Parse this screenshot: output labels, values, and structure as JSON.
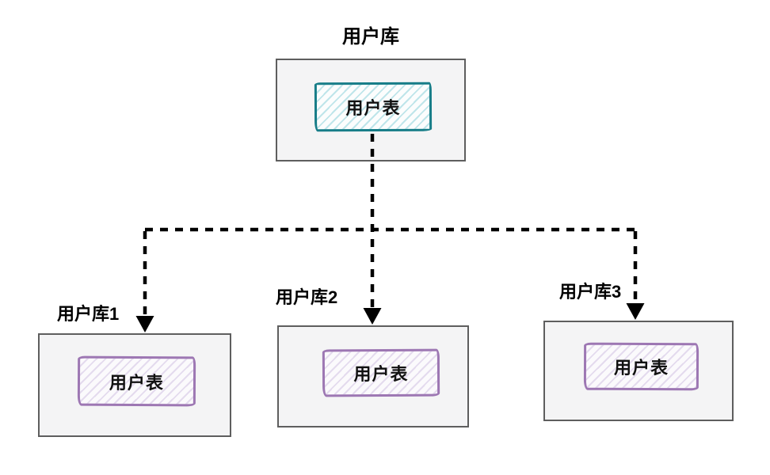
{
  "diagram": {
    "title": "用户库",
    "source": {
      "label": "用户库",
      "table": "用户表"
    },
    "shards": [
      {
        "label": "用户库1",
        "table": "用户表"
      },
      {
        "label": "用户库2",
        "table": "用户表"
      },
      {
        "label": "用户库3",
        "table": "用户表"
      }
    ],
    "colors": {
      "source_table_border": "#177d88",
      "source_table_hatch": "#bfe5ea",
      "shard_table_border": "#9d77b3",
      "shard_table_hatch": "#e4dbee",
      "container_border": "#5e5e5e",
      "container_fill": "#f4f4f5",
      "connector": "#000000",
      "background": "#ffffff"
    }
  }
}
